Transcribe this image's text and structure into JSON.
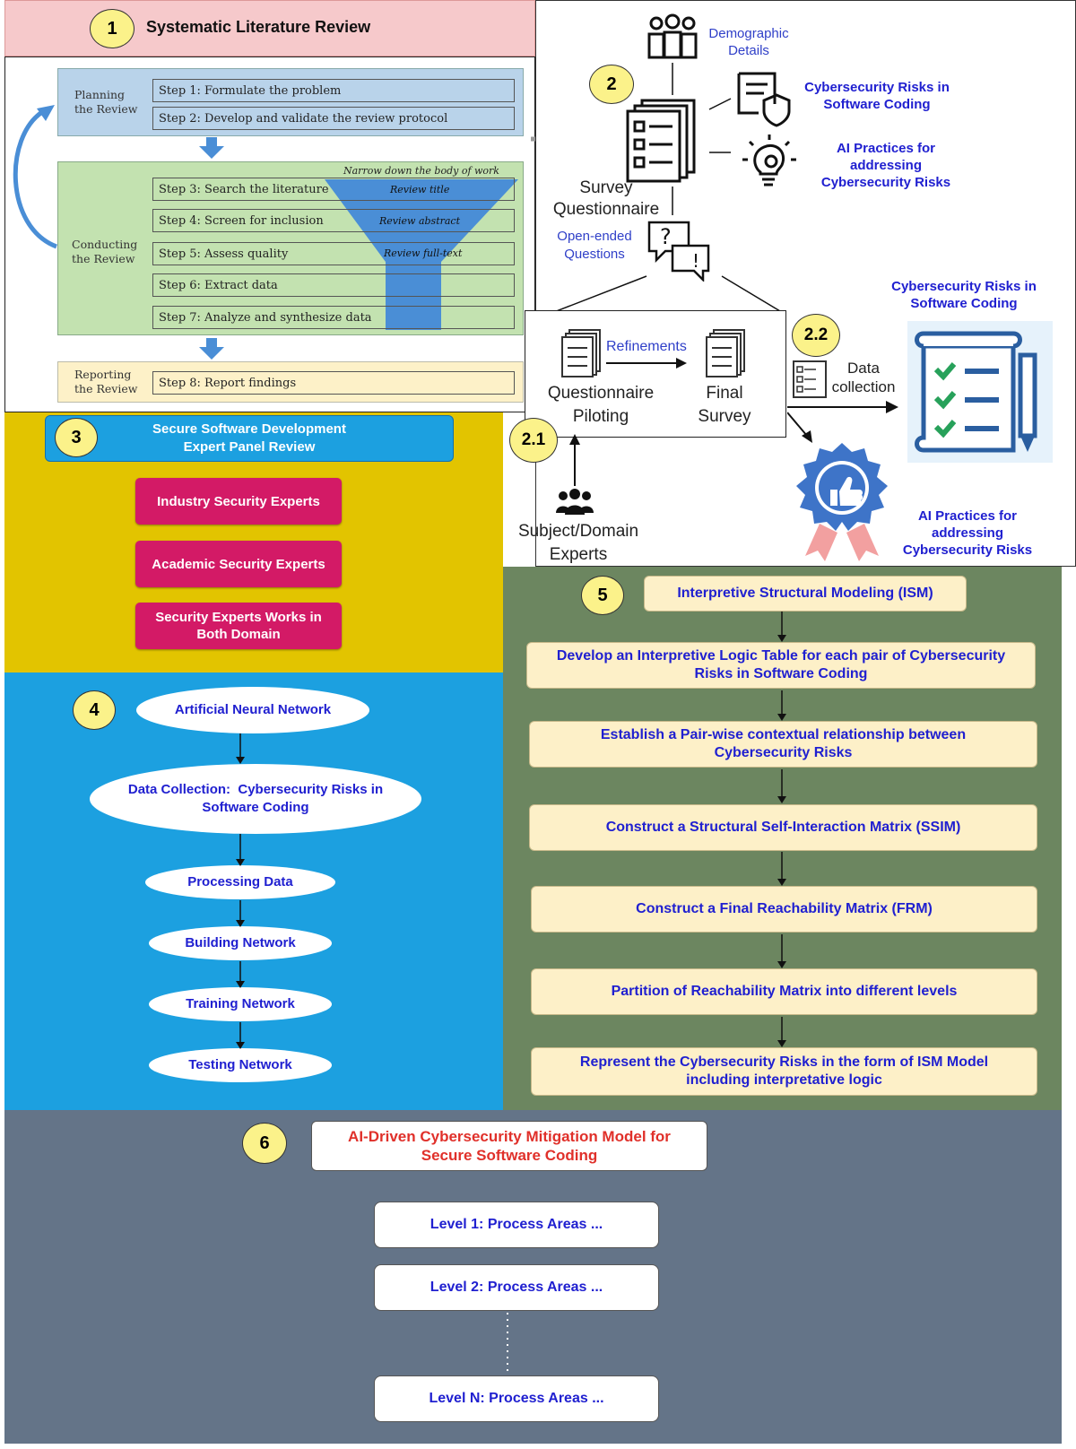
{
  "slr": {
    "badge": "1",
    "title": "Systematic Literature Review",
    "planning_label": "Planning\nthe Review",
    "conducting_label": "Conducting\nthe Review",
    "reporting_label": "Reporting\nthe Review",
    "steps": [
      "Step 1: Formulate the problem",
      "Step 2: Develop and validate the review protocol",
      "Step 3: Search the literature",
      "Step 4: Screen for inclusion",
      "Step 5: Assess quality",
      "Step 6: Extract data",
      "Step 7: Analyze and synthesize data",
      "Step 8: Report findings"
    ],
    "funnel_title": "Narrow down the body of work",
    "funnel_labels": [
      "Review title",
      "Review abstract",
      "Review full-text"
    ]
  },
  "survey": {
    "badge": "2",
    "questionnaire_label": "Survey\nQuestionnaire",
    "demographic": "Demographic\nDetails",
    "risks": "Cybersecurity Risks in\nSoftware Coding",
    "ai_practices": "AI Practices for\naddressing\nCybersecurity Risks",
    "open_ended": "Open-ended\nQuestions",
    "refinements": "Refinements",
    "piloting": "Questionnaire\nPiloting",
    "final_survey": "Final\nSurvey",
    "badge_21": "2.1",
    "badge_22": "2.2",
    "experts": "Subject/Domain\nExperts",
    "data_collection": "Data\ncollection",
    "out_risks": "Cybersecurity Risks in\nSoftware Coding",
    "out_ai": "AI Practices for\naddressing\nCybersecurity Risks"
  },
  "panel": {
    "badge": "3",
    "title": "Secure Software Development\nExpert Panel Review",
    "experts": [
      "Industry Security Experts",
      "Academic Security Experts",
      "Security Experts Works in\nBoth Domain"
    ]
  },
  "ann": {
    "badge": "4",
    "steps": [
      "Artificial Neural Network",
      "Data Collection:  Cybersecurity Risks in\nSoftware Coding",
      "Processing Data",
      "Building Network",
      "Training Network",
      "Testing Network"
    ]
  },
  "ism": {
    "badge": "5",
    "steps": [
      "Interpretive Structural Modeling (ISM)",
      "Develop an Interpretive Logic Table for each pair of Cybersecurity\nRisks in Software Coding",
      "Establish a Pair-wise contextual relationship between\nCybersecurity Risks",
      "Construct a Structural Self-Interaction Matrix (SSIM)",
      "Construct a Final Reachability Matrix (FRM)",
      "Partition of Reachability Matrix into different levels",
      "Represent the Cybersecurity Risks in the form of ISM Model\nincluding interpretative logic"
    ]
  },
  "model": {
    "badge": "6",
    "title": "AI-Driven Cybersecurity Mitigation Model for\nSecure Software Coding",
    "levels": [
      "Level 1: Process Areas ...",
      "Level 2: Process Areas ...",
      "Level N: Process Areas ..."
    ]
  },
  "colors": {
    "slr_header": "#f6c9cb",
    "panel_bg": "#e2c400",
    "ann_bg": "#1ca0e0",
    "ism_bg": "#6c8660",
    "model_bg": "#647488",
    "accent_blue": "#2020d0",
    "model_title_red": "#e0302a"
  }
}
